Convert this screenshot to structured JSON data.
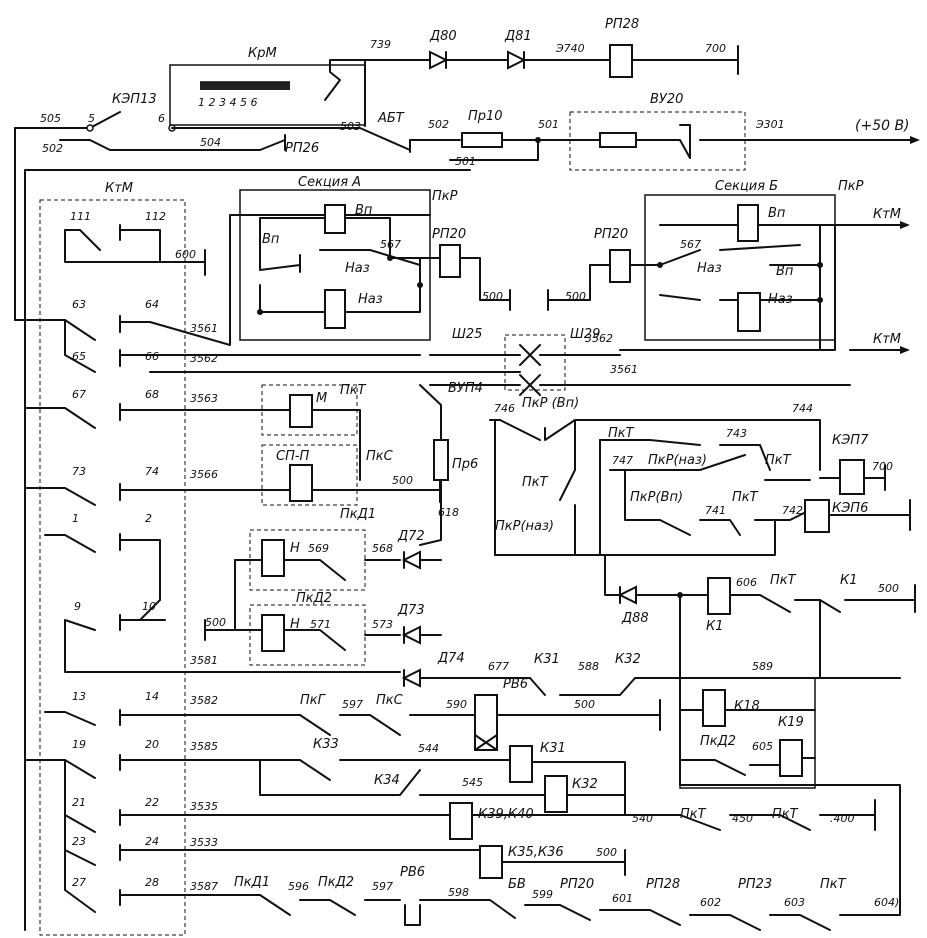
{
  "labels": [
    {
      "id": "krm",
      "t": "КрМ"
    },
    {
      "id": "ksp13",
      "t": "КЭП13"
    },
    {
      "id": "abt",
      "t": "АБТ"
    },
    {
      "id": "rp26",
      "t": "РП26"
    },
    {
      "id": "pr10",
      "t": "Пр10"
    },
    {
      "id": "vu20",
      "t": "ВУ20"
    },
    {
      "id": "d80",
      "t": "Д80"
    },
    {
      "id": "d81",
      "t": "Д81"
    },
    {
      "id": "rp28",
      "t": "РП28"
    },
    {
      "id": "v50",
      "t": "(+50 В)"
    },
    {
      "id": "ktm1",
      "t": "КтМ"
    },
    {
      "id": "secA",
      "t": "Секция  А"
    },
    {
      "id": "pkrA",
      "t": "ПкР"
    },
    {
      "id": "vp1",
      "t": "Вп"
    },
    {
      "id": "vp2",
      "t": "Вп"
    },
    {
      "id": "naz1",
      "t": "Наз"
    },
    {
      "id": "naz2",
      "t": "Наз"
    },
    {
      "id": "rp20a",
      "t": "РП20"
    },
    {
      "id": "secB",
      "t": "Секция  Б"
    },
    {
      "id": "pkrB",
      "t": "ПкР"
    },
    {
      "id": "ktm2",
      "t": "КтМ"
    },
    {
      "id": "ktm3",
      "t": "КтМ"
    },
    {
      "id": "rp20b",
      "t": "РП20"
    },
    {
      "id": "vp3",
      "t": "Вп"
    },
    {
      "id": "vp4",
      "t": "Вп"
    },
    {
      "id": "naz3",
      "t": "Наз"
    },
    {
      "id": "naz4",
      "t": "Наз"
    },
    {
      "id": "sh25",
      "t": "Ш25"
    },
    {
      "id": "sh29",
      "t": "Ш29"
    },
    {
      "id": "vup4",
      "t": "ВУП4"
    },
    {
      "id": "pr6",
      "t": "Пр6"
    },
    {
      "id": "pkt1",
      "t": "ПкТ"
    },
    {
      "id": "m",
      "t": "М"
    },
    {
      "id": "spp",
      "t": "СП-П"
    },
    {
      "id": "pks1",
      "t": "ПкС"
    },
    {
      "id": "pkd1",
      "t": "ПкД1"
    },
    {
      "id": "h1",
      "t": "Н"
    },
    {
      "id": "h2",
      "t": "Н"
    },
    {
      "id": "pkd2",
      "t": "ПкД2"
    },
    {
      "id": "d72",
      "t": "Д72"
    },
    {
      "id": "d73",
      "t": "Д73"
    },
    {
      "id": "d74",
      "t": "Д74"
    },
    {
      "id": "pkrvp",
      "t": "ПкР (Вп)"
    },
    {
      "id": "pkt2",
      "t": "ПкТ"
    },
    {
      "id": "pkt3",
      "t": "ПкТ"
    },
    {
      "id": "pkrnaz",
      "t": "ПкР(наз)"
    },
    {
      "id": "pkt4",
      "t": "ПкТ"
    },
    {
      "id": "ksp7",
      "t": "КЭП7"
    },
    {
      "id": "pkrvp2",
      "t": "ПкР(Вп)"
    },
    {
      "id": "pkt5",
      "t": "ПкТ"
    },
    {
      "id": "ksp6",
      "t": "КЭП6"
    },
    {
      "id": "pkrnaz2",
      "t": "ПкР(наз)"
    },
    {
      "id": "d88",
      "t": "Д88"
    },
    {
      "id": "k1a",
      "t": "К1"
    },
    {
      "id": "pkt6",
      "t": "ПкТ"
    },
    {
      "id": "k1b",
      "t": "К1"
    },
    {
      "id": "k31a",
      "t": "К31"
    },
    {
      "id": "k32a",
      "t": "К32"
    },
    {
      "id": "rv6a",
      "t": "РВ6"
    },
    {
      "id": "k18",
      "t": "К18"
    },
    {
      "id": "k19",
      "t": "К19"
    },
    {
      "id": "pkd2b",
      "t": "ПкД2"
    },
    {
      "id": "pkg",
      "t": "ПкГ"
    },
    {
      "id": "pks2",
      "t": "ПкС"
    },
    {
      "id": "k33",
      "t": "К33"
    },
    {
      "id": "k34",
      "t": "К34"
    },
    {
      "id": "k31b",
      "t": "К31"
    },
    {
      "id": "k32b",
      "t": "К32"
    },
    {
      "id": "k39",
      "t": "К39,К40"
    },
    {
      "id": "pkt7",
      "t": "ПкТ"
    },
    {
      "id": "pkt8",
      "t": "ПкТ"
    },
    {
      "id": "k35",
      "t": "К35,К36"
    },
    {
      "id": "bv",
      "t": "БВ"
    },
    {
      "id": "pkd1b",
      "t": "ПкД1"
    },
    {
      "id": "pkd2c",
      "t": "ПкД2"
    },
    {
      "id": "rv6b",
      "t": "РВ6"
    },
    {
      "id": "rp20c",
      "t": "РП20"
    },
    {
      "id": "rp28b",
      "t": "РП28"
    },
    {
      "id": "rp23",
      "t": "РП23"
    },
    {
      "id": "pkt9",
      "t": "ПкТ"
    }
  ],
  "numbers": [
    {
      "id": "n739",
      "t": "739"
    },
    {
      "id": "n3740",
      "t": "Э740"
    },
    {
      "id": "n700a",
      "t": "700"
    },
    {
      "id": "n505",
      "t": "505"
    },
    {
      "id": "n5",
      "t": "5"
    },
    {
      "id": "n6",
      "t": "6"
    },
    {
      "id": "n503",
      "t": "503"
    },
    {
      "id": "n502",
      "t": "502"
    },
    {
      "id": "n501",
      "t": "501"
    },
    {
      "id": "n3301",
      "t": "Э301"
    },
    {
      "id": "n502b",
      "t": "502"
    },
    {
      "id": "n504",
      "t": "504"
    },
    {
      "id": "n501b",
      "t": "501"
    },
    {
      "id": "scale",
      "t": "1 2 3 4 5 6"
    },
    {
      "id": "n111",
      "t": "111"
    },
    {
      "id": "n112",
      "t": "112"
    },
    {
      "id": "n600",
      "t": "600"
    },
    {
      "id": "n567a",
      "t": "567"
    },
    {
      "id": "n500a",
      "t": "500"
    },
    {
      "id": "n567b",
      "t": "567"
    },
    {
      "id": "n500b",
      "t": "500"
    },
    {
      "id": "n63",
      "t": "63"
    },
    {
      "id": "n64",
      "t": "64"
    },
    {
      "id": "n65",
      "t": "65"
    },
    {
      "id": "n66",
      "t": "66"
    },
    {
      "id": "n3561a",
      "t": "3561"
    },
    {
      "id": "n3562a",
      "t": "3562"
    },
    {
      "id": "n3562b",
      "t": "3562"
    },
    {
      "id": "n3561b",
      "t": "3561"
    },
    {
      "id": "n67",
      "t": "67"
    },
    {
      "id": "n68",
      "t": "68"
    },
    {
      "id": "n3563",
      "t": "3563"
    },
    {
      "id": "n746",
      "t": "746"
    },
    {
      "id": "n744",
      "t": "744"
    },
    {
      "id": "n743",
      "t": "743"
    },
    {
      "id": "n747",
      "t": "747"
    },
    {
      "id": "n700b",
      "t": "700"
    },
    {
      "id": "n73",
      "t": "73"
    },
    {
      "id": "n74",
      "t": "74"
    },
    {
      "id": "n3566",
      "t": "3566"
    },
    {
      "id": "n500c",
      "t": "500"
    },
    {
      "id": "n618",
      "t": "618"
    },
    {
      "id": "n741",
      "t": "741"
    },
    {
      "id": "n742",
      "t": "742"
    },
    {
      "id": "n1",
      "t": "1"
    },
    {
      "id": "n2",
      "t": "2"
    },
    {
      "id": "n569",
      "t": "569"
    },
    {
      "id": "n568",
      "t": "568"
    },
    {
      "id": "n9",
      "t": "9"
    },
    {
      "id": "n10",
      "t": "10"
    },
    {
      "id": "n500d",
      "t": "500"
    },
    {
      "id": "n571",
      "t": "571"
    },
    {
      "id": "n573",
      "t": "573"
    },
    {
      "id": "n606",
      "t": "606"
    },
    {
      "id": "n500e",
      "t": "500"
    },
    {
      "id": "n3581",
      "t": "3581"
    },
    {
      "id": "n677",
      "t": "677"
    },
    {
      "id": "n588",
      "t": "588"
    },
    {
      "id": "n589",
      "t": "589"
    },
    {
      "id": "n13",
      "t": "13"
    },
    {
      "id": "n14",
      "t": "14"
    },
    {
      "id": "n3582",
      "t": "3582"
    },
    {
      "id": "n597a",
      "t": "597"
    },
    {
      "id": "n590",
      "t": "590"
    },
    {
      "id": "n500f",
      "t": "500"
    },
    {
      "id": "n605",
      "t": "605"
    },
    {
      "id": "n19",
      "t": "19"
    },
    {
      "id": "n20",
      "t": "20"
    },
    {
      "id": "n3585",
      "t": "3585"
    },
    {
      "id": "n544",
      "t": "544"
    },
    {
      "id": "n545",
      "t": "545"
    },
    {
      "id": "n21",
      "t": "21"
    },
    {
      "id": "n22",
      "t": "22"
    },
    {
      "id": "n3535",
      "t": "3535"
    },
    {
      "id": "n540",
      "t": "540"
    },
    {
      "id": "n450",
      "t": "450"
    },
    {
      "id": "n400",
      "t": ".400"
    },
    {
      "id": "n23",
      "t": "23"
    },
    {
      "id": "n24",
      "t": "24"
    },
    {
      "id": "n3533",
      "t": "3533"
    },
    {
      "id": "n500g",
      "t": "500"
    },
    {
      "id": "n27",
      "t": "27"
    },
    {
      "id": "n28",
      "t": "28"
    },
    {
      "id": "n3587",
      "t": "3587"
    },
    {
      "id": "n596",
      "t": "596"
    },
    {
      "id": "n597b",
      "t": "597"
    },
    {
      "id": "n598",
      "t": "598"
    },
    {
      "id": "n599",
      "t": "599"
    },
    {
      "id": "n601",
      "t": "601"
    },
    {
      "id": "n602",
      "t": "602"
    },
    {
      "id": "n603",
      "t": "603"
    },
    {
      "id": "n604",
      "t": "604)"
    }
  ]
}
